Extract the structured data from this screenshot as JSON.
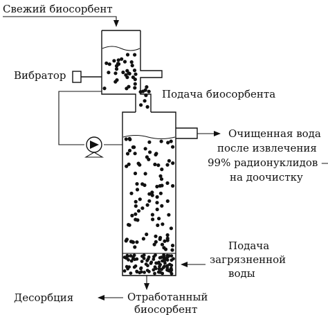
{
  "labels": {
    "fresh": "Свежий биосорбент",
    "vibrator": "Вибратор",
    "feed": "Подача биосорбента",
    "clean1": "Очищенная вода",
    "clean2": "после извлечения",
    "clean3": "99% радионуклидов —",
    "clean4": "на доочистку",
    "dirty1": "Подача",
    "dirty2": "загрязненной",
    "dirty3": "воды",
    "desorption": "Десорбция",
    "spent1": "Отработанный",
    "spent2": "биосорбент"
  }
}
